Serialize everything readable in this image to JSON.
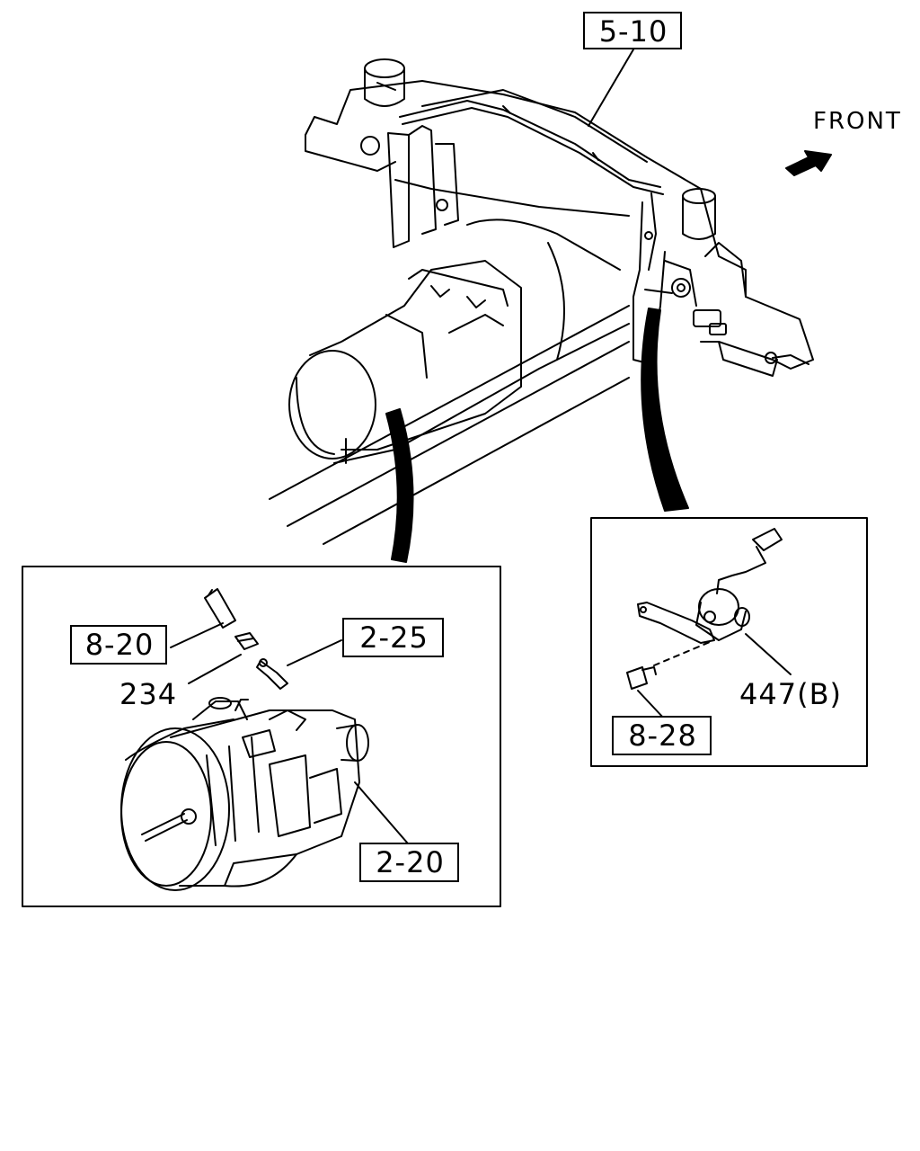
{
  "diagram": {
    "front_label": "FRONT",
    "callouts": {
      "frame_ref": "5-10",
      "bracket_ref": "8-20",
      "sensor_ref": "2-25",
      "part_234": "234",
      "transmission_ref": "2-20",
      "switch_part": "447(B)",
      "bolt_ref": "8-28"
    }
  }
}
